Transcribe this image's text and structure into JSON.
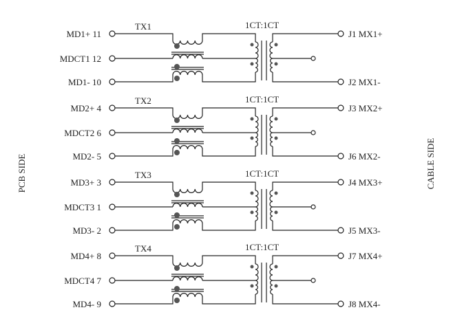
{
  "side_labels": {
    "left": "PCB SIDE",
    "right": "CABLE SIDE"
  },
  "channels": [
    {
      "tx": "TX1",
      "ratio": "1CT:1CT",
      "left": [
        "MD1+ 11",
        "MDCT1 12",
        "MD1- 10"
      ],
      "right": [
        "J1 MX1+",
        "J2 MX1-"
      ]
    },
    {
      "tx": "TX2",
      "ratio": "1CT:1CT",
      "left": [
        "MD2+ 4",
        "MDCT2 6",
        "MD2- 5"
      ],
      "right": [
        "J3 MX2+",
        "J6 MX2-"
      ]
    },
    {
      "tx": "TX3",
      "ratio": "1CT:1CT",
      "left": [
        "MD3+ 3",
        "MDCT3 1",
        "MD3- 2"
      ],
      "right": [
        "J4 MX3+",
        "J5 MX3-"
      ]
    },
    {
      "tx": "TX4",
      "ratio": "1CT:1CT",
      "left": [
        "MD4+ 8",
        "MDCT4 7",
        "MD4- 9"
      ],
      "right": [
        "J7 MX4+",
        "J8 MX4-"
      ]
    }
  ],
  "colors": {
    "line": "#222222",
    "dot": "#555555"
  }
}
